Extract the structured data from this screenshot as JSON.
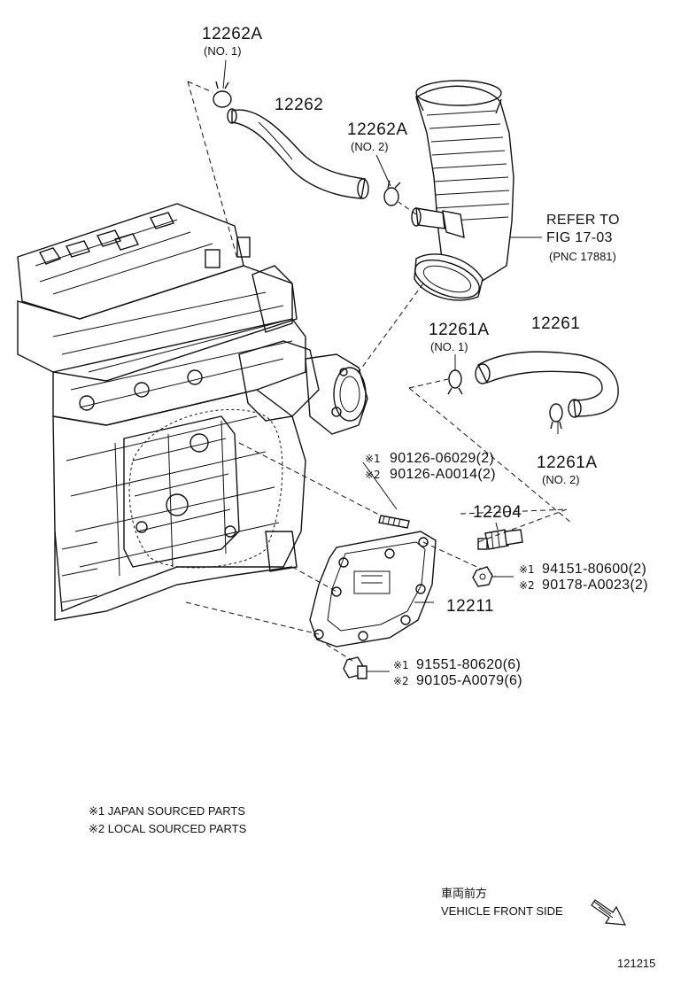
{
  "callouts": {
    "hose_12262": "12262",
    "clamp_12262a_no1": "12262A",
    "clamp_12262a_no1_sub": "(NO. 1)",
    "clamp_12262a_no2": "12262A",
    "clamp_12262a_no2_sub": "(NO. 2)",
    "refer_line1": "REFER TO",
    "refer_line2": "FIG 17-03",
    "refer_line3": "(PNC 17881)",
    "hose_12261": "12261",
    "clamp_12261a_no1": "12261A",
    "clamp_12261a_no1_sub": "(NO. 1)",
    "clamp_12261a_no2": "12261A",
    "clamp_12261a_no2_sub": "(NO. 2)",
    "valve_12204": "12204",
    "cover_12211": "12211"
  },
  "fasteners": {
    "stud_m1": "※1",
    "stud_pn1": "90126-06029(2)",
    "stud_m2": "※2",
    "stud_pn2": "90126-A0014(2)",
    "nut_m1": "※1",
    "nut_pn1": "94151-80600(2)",
    "nut_m2": "※2",
    "nut_pn2": "90178-A0023(2)",
    "bolt_m1": "※1",
    "bolt_pn1": "91551-80620(6)",
    "bolt_m2": "※2",
    "bolt_pn2": "90105-A0079(6)"
  },
  "legend": {
    "japan": "※1 JAPAN SOURCED PARTS",
    "local": "※2 LOCAL SOURCED PARTS"
  },
  "orientation": {
    "jp": "車両前方",
    "en": "VEHICLE FRONT SIDE"
  },
  "illustration_id": "121215"
}
